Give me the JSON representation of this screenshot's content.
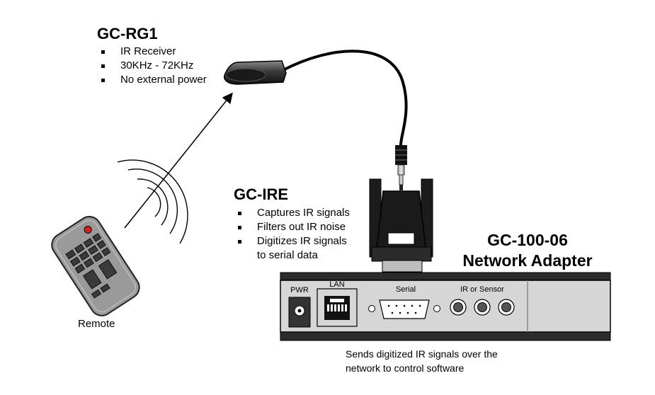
{
  "receiver": {
    "title": "GC-RG1",
    "bullets": [
      "IR Receiver",
      "30KHz - 72KHz",
      "No external power"
    ]
  },
  "converter": {
    "title": "GC-IRE",
    "bullets": [
      "Captures IR signals",
      "Filters out IR noise",
      "Digitizes IR signals"
    ],
    "bullet_continuation": "to serial data"
  },
  "adapter": {
    "title_line1": "GC-100-06",
    "title_line2": "Network Adapter",
    "ports": {
      "power": "PWR",
      "lan": "LAN",
      "serial": "Serial",
      "ir": "IR or Sensor"
    },
    "caption_line1": "Sends digitized IR signals over the",
    "caption_line2": "network to control software"
  },
  "remote": {
    "label": "Remote"
  },
  "colors": {
    "device_gray": "#d6d6d6",
    "dark": "#2b2b2b",
    "black": "#000000",
    "remote_body": "#9a9a9a",
    "remote_red": "#d42020"
  }
}
